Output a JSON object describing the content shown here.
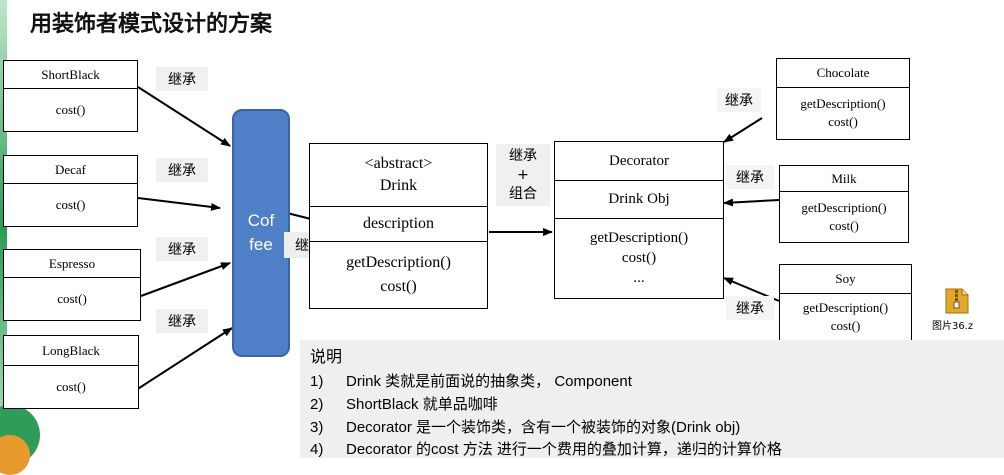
{
  "title": "用装饰者模式设计的方案",
  "coffee_classes": [
    {
      "name": "ShortBlack",
      "method": "cost()"
    },
    {
      "name": "Decaf",
      "method": "cost()"
    },
    {
      "name": "Espresso",
      "method": "cost()"
    },
    {
      "name": "LongBlack",
      "method": "cost()"
    }
  ],
  "coffee_block": {
    "line1": "Cof",
    "line2": "fee"
  },
  "drink": {
    "stereotype": "<abstract>",
    "name": "Drink",
    "field": "description",
    "method1": "getDescription()",
    "method2": "cost()"
  },
  "decorator": {
    "name": "Decorator",
    "field": "Drink Obj",
    "method1": "getDescription()",
    "method2": "cost()",
    "method3": "..."
  },
  "condiments": [
    {
      "name": "Chocolate",
      "method1": "getDescription()",
      "method2": "cost()"
    },
    {
      "name": "Milk",
      "method1": "getDescription()",
      "method2": "cost()"
    },
    {
      "name": "Soy",
      "method1": "getDescription()",
      "method2": "cost()"
    }
  ],
  "labels": {
    "inherit": "继承",
    "plus": "+",
    "combine": "组合"
  },
  "notes": {
    "title": "说明",
    "items": [
      {
        "num": "1)",
        "text": "Drink 类就是前面说的抽象类， Component"
      },
      {
        "num": "2)",
        "text": "ShortBlack 就单品咖啡"
      },
      {
        "num": "3)",
        "text": "Decorator 是一个装饰类，含有一个被装饰的对象(Drink obj)"
      },
      {
        "num": "4)",
        "text": "Decorator 的cost 方法 进行一个费用的叠加计算，递归的计算价格"
      }
    ]
  },
  "file": {
    "label": "图片36.z",
    "icon": "zip-file-icon",
    "color": "#e2a82b"
  },
  "colors": {
    "coffee_fill": "#4f7fc6",
    "label_bg": "#f0f0f0",
    "note_bg": "#efefef"
  }
}
